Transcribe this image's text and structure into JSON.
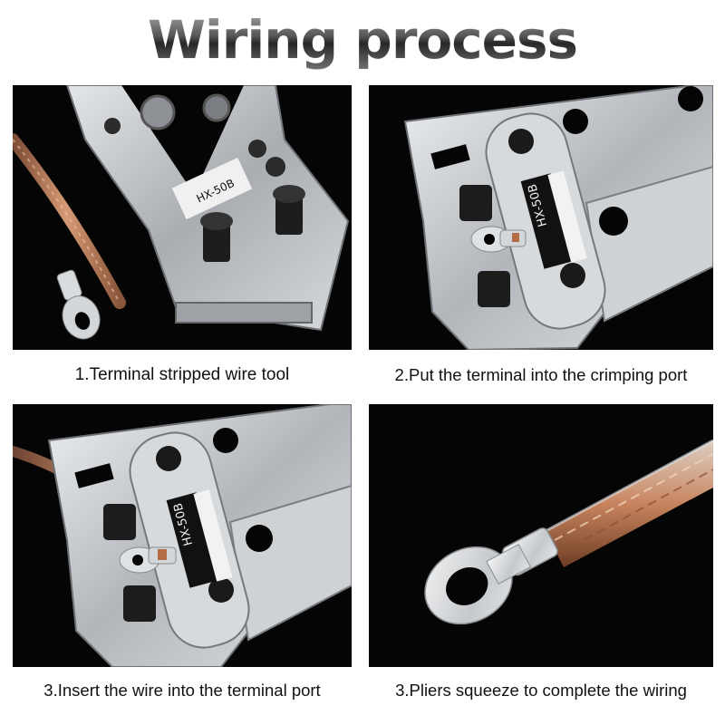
{
  "title": "Wiring process",
  "model_label": "HX-50B",
  "steps": [
    {
      "caption": "1.Terminal stripped wire tool"
    },
    {
      "caption": "2.Put the terminal into the crimping port"
    },
    {
      "caption": "3.Insert the wire into the terminal port"
    },
    {
      "caption": "3.Pliers squeeze to complete the wiring"
    }
  ],
  "colors": {
    "panel_background": "#050505",
    "tool_silver": "#c8cacc",
    "copper": "#c8845e",
    "caption_text": "#111111"
  }
}
